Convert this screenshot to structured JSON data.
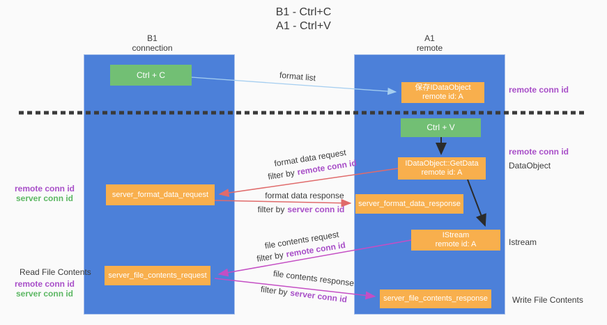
{
  "title": {
    "line1": "B1 - Ctrl+C",
    "line2": "A1 - Ctrl+V"
  },
  "lanes": {
    "left": {
      "name": "B1",
      "subtitle": "connection"
    },
    "right": {
      "name": "A1",
      "subtitle": "remote"
    }
  },
  "nodes": {
    "ctrl_c": {
      "label": "Ctrl + C"
    },
    "save_idataobject": {
      "line1": "保存IDataObject",
      "line2": "remote id: A"
    },
    "ctrl_v": {
      "label": "Ctrl + V"
    },
    "getdata": {
      "line1": "IDataObject::GetData",
      "line2": "remote id: A"
    },
    "format_request": {
      "label": "server_format_data_request"
    },
    "format_response": {
      "label": "server_format_data_response"
    },
    "istream": {
      "line1": "IStream",
      "line2": "remote id: A"
    },
    "file_request": {
      "label": "server_file_contents_request"
    },
    "file_response": {
      "label": "server_file_contents_response"
    }
  },
  "edge_labels": {
    "format_list": "format list",
    "filter_by": "filter by",
    "remote_conn_id": "remote conn id",
    "server_conn_id": "server conn id",
    "format_data_request": "format data request",
    "format_data_response": "format data response",
    "file_contents_request": "file contents request",
    "file_contents_response": "file contents response"
  },
  "side_labels": {
    "remote_conn_id": "remote conn id",
    "server_conn_id": "server conn id",
    "dataobject": "DataObject",
    "istream": "Istream",
    "read_file_contents": "Read File Contents",
    "write_file_contents": "Write File Contents"
  },
  "colors": {
    "lane_blue": "#4C80D9",
    "node_orange": "#F8AF4D",
    "node_green": "#72BF74",
    "arrow_light_blue": "#A5CEF0",
    "arrow_red": "#E06B6B",
    "arrow_magenta": "#C44EC4",
    "arrow_black": "#2B2B2B",
    "dashed_line": "#3A3A3A",
    "text_purple": "#A84FC8",
    "text_green": "#5CB763",
    "text_dark": "#3B3B3B",
    "background": "#FAFAFA"
  }
}
